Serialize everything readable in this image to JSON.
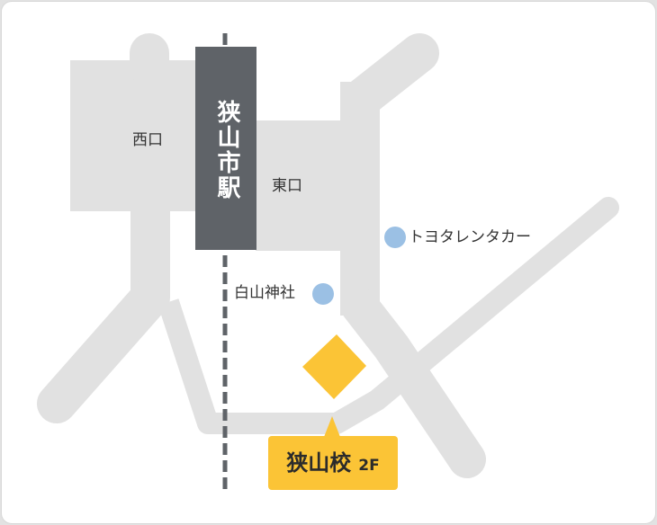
{
  "map": {
    "station": {
      "name": "狭山市駅",
      "color": "#5f6368",
      "label_color": "#ffffff"
    },
    "exits": {
      "west": "西口",
      "east": "東口"
    },
    "landmarks": [
      {
        "name": "トヨタレンタカー",
        "marker": "circle-dot",
        "color": "#9bc0e4"
      },
      {
        "name": "白山神社",
        "marker": "circle-dot",
        "color": "#9bc0e4"
      }
    ],
    "destination": {
      "name": "狭山校",
      "floor": "2F",
      "color": "#fbc436",
      "marker": "diamond"
    },
    "colors": {
      "road": "#e1e1e1",
      "railway": "#5f6368",
      "background": "#ffffff"
    }
  }
}
